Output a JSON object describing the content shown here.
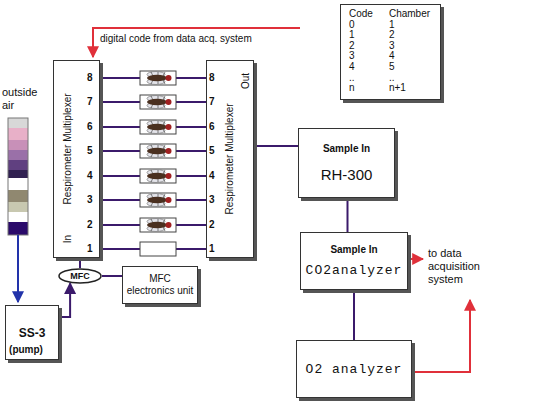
{
  "diagram": {
    "nodes": [
      {
        "text": [
          "Code",
          "Chamber",
          "0",
          "1",
          "1",
          "2",
          "2",
          "3",
          "3",
          "4",
          "4",
          "5",
          "..",
          "..",
          "n",
          "n+1"
        ]
      },
      {
        "text": [
          "Respirometer Multiplexer",
          "In"
        ]
      },
      {
        "text": [
          "Respirometer Multiplexer",
          "Out"
        ]
      },
      {
        "text": [
          "MFC"
        ]
      },
      {
        "text": [
          "MFC electronics unit"
        ]
      },
      {
        "text": [
          "SS-3",
          "(pump)"
        ]
      },
      {
        "text": [
          "Sample In",
          "RH-300"
        ]
      },
      {
        "text": [
          "Sample In",
          "CO2analyzer"
        ]
      },
      {
        "text": [
          "O2 analyzer"
        ]
      }
    ],
    "edges": [
      {
        "from": 5,
        "to": 3,
        "arrow": "to"
      },
      {
        "from": 3,
        "to": 1,
        "arrow": "none"
      },
      {
        "from": 3,
        "to": 4,
        "arrow": "none"
      },
      {
        "from": 2,
        "to": 6,
        "arrow": "none"
      },
      {
        "from": 6,
        "to": 7,
        "arrow": "none"
      },
      {
        "from": 7,
        "to": 8,
        "arrow": "none"
      }
    ],
    "labels": [
      "digital code from data acq. system",
      "outside air",
      "8",
      "7",
      "6",
      "5",
      "4",
      "3",
      "2",
      "1",
      "8",
      "7",
      "6",
      "5",
      "4",
      "3",
      "2",
      "1",
      "to data acquisition system"
    ]
  }
}
